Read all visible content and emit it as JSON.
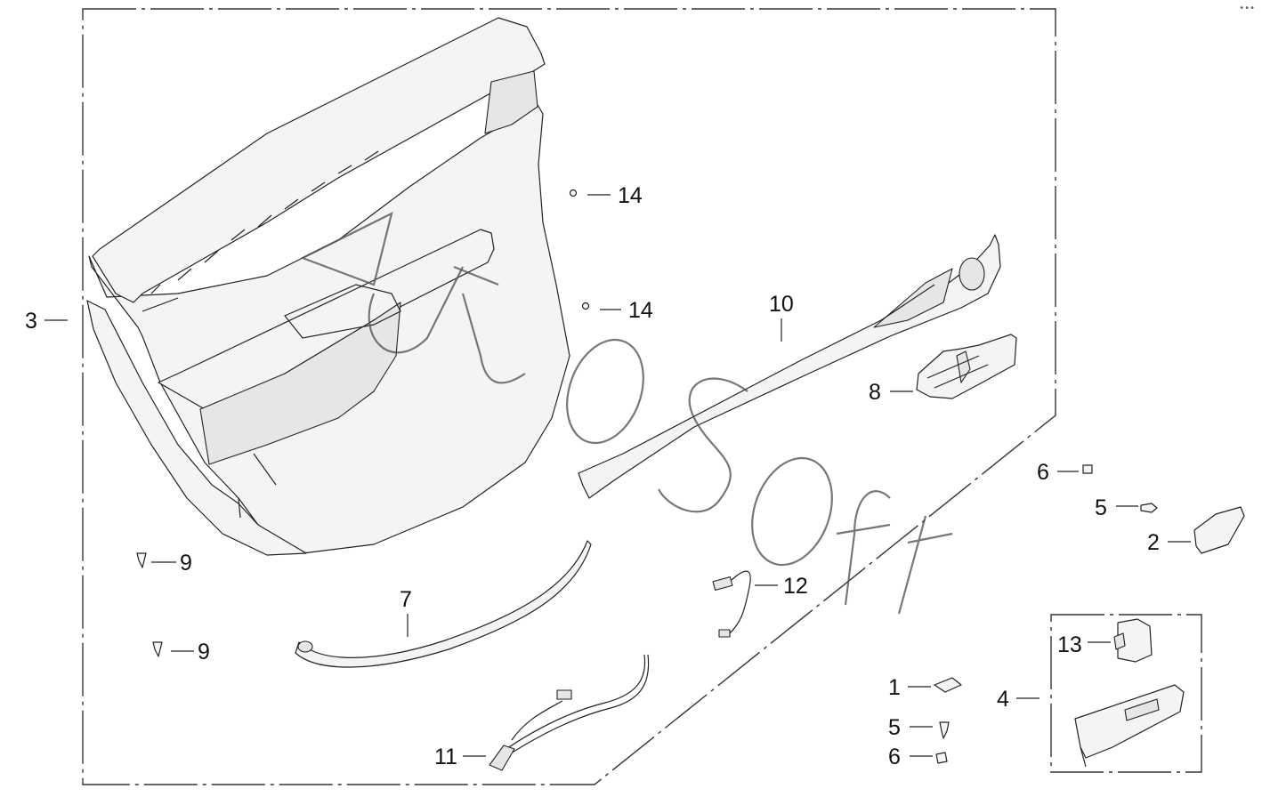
{
  "callouts": {
    "door_trim_panel": "3",
    "clip_upper": "14",
    "clip_lower": "14",
    "garnish_strip": "10",
    "inner_handle": "8",
    "nut_upper": "6",
    "screw_upper": "5",
    "end_cap": "2",
    "screw_left_upper": "9",
    "screw_left_lower": "9",
    "seal_tube": "7",
    "wire_small": "12",
    "clip_cover": "1",
    "screw_lower": "5",
    "nut_lower": "6",
    "harness": "11",
    "switch_assembly": "4",
    "window_switch": "13"
  },
  "watermark": "AutoSoft",
  "corner_menu_icon": "more-options-icon"
}
